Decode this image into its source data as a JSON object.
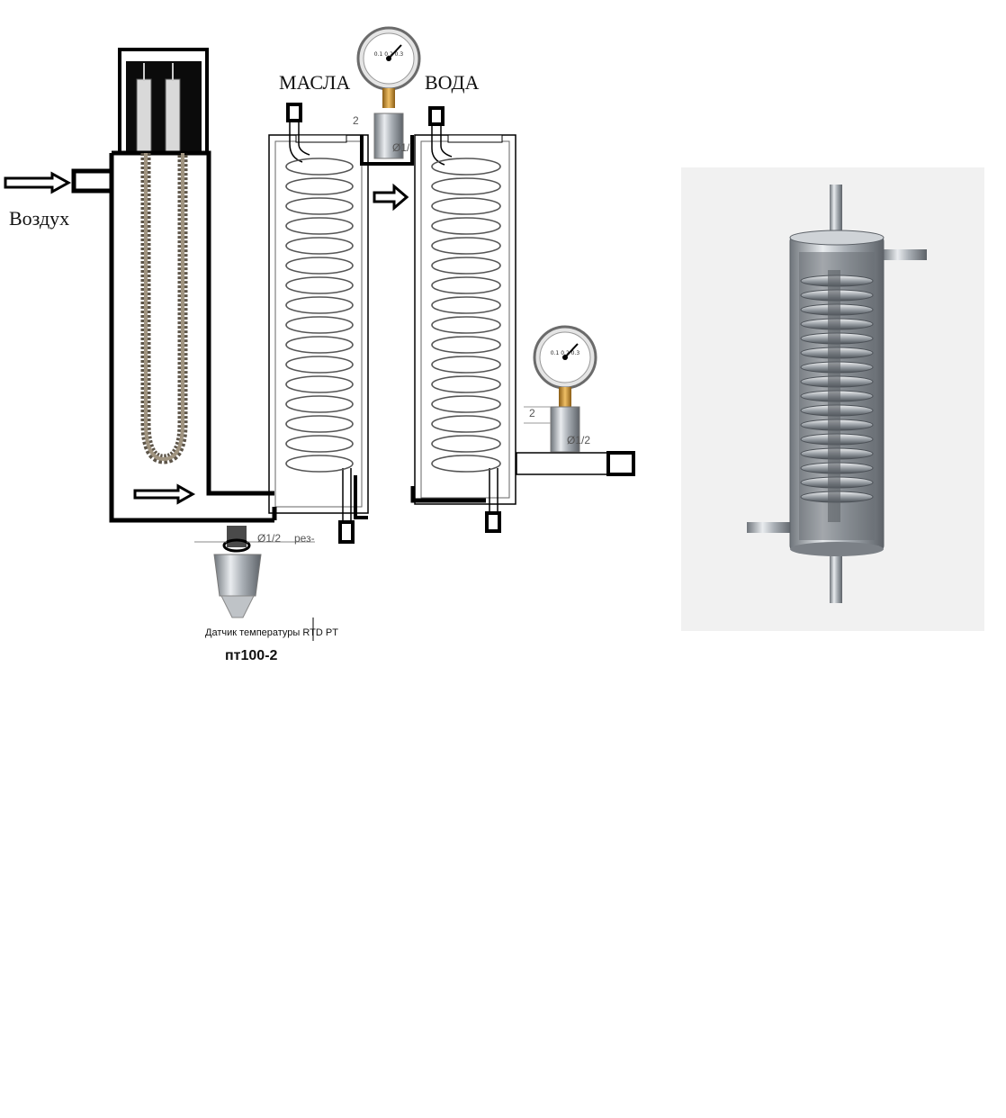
{
  "labels": {
    "air": "Воздух",
    "oil": "МАСЛА",
    "water": "ВОДА",
    "thread_main": "Ø1/2",
    "thread_main_suffix": "рез-",
    "thread_gauge_1": "Ø1/",
    "thread_gauge_2": "Ø1/2",
    "wall_dim_1": "2",
    "wall_dim_2": "2",
    "sensor_caption": "Датчик температуры RTD PT",
    "sensor_model": "пт100-2"
  },
  "gauge_faces": {
    "top": "0.1 0.2 0.3",
    "right": "0.1 0.2 0.3"
  },
  "colors": {
    "line": "#000000",
    "coil": "#444444",
    "steel": "#9aa0a6",
    "brass": "#c8922f",
    "photo_bg": "#f1f1f1"
  }
}
